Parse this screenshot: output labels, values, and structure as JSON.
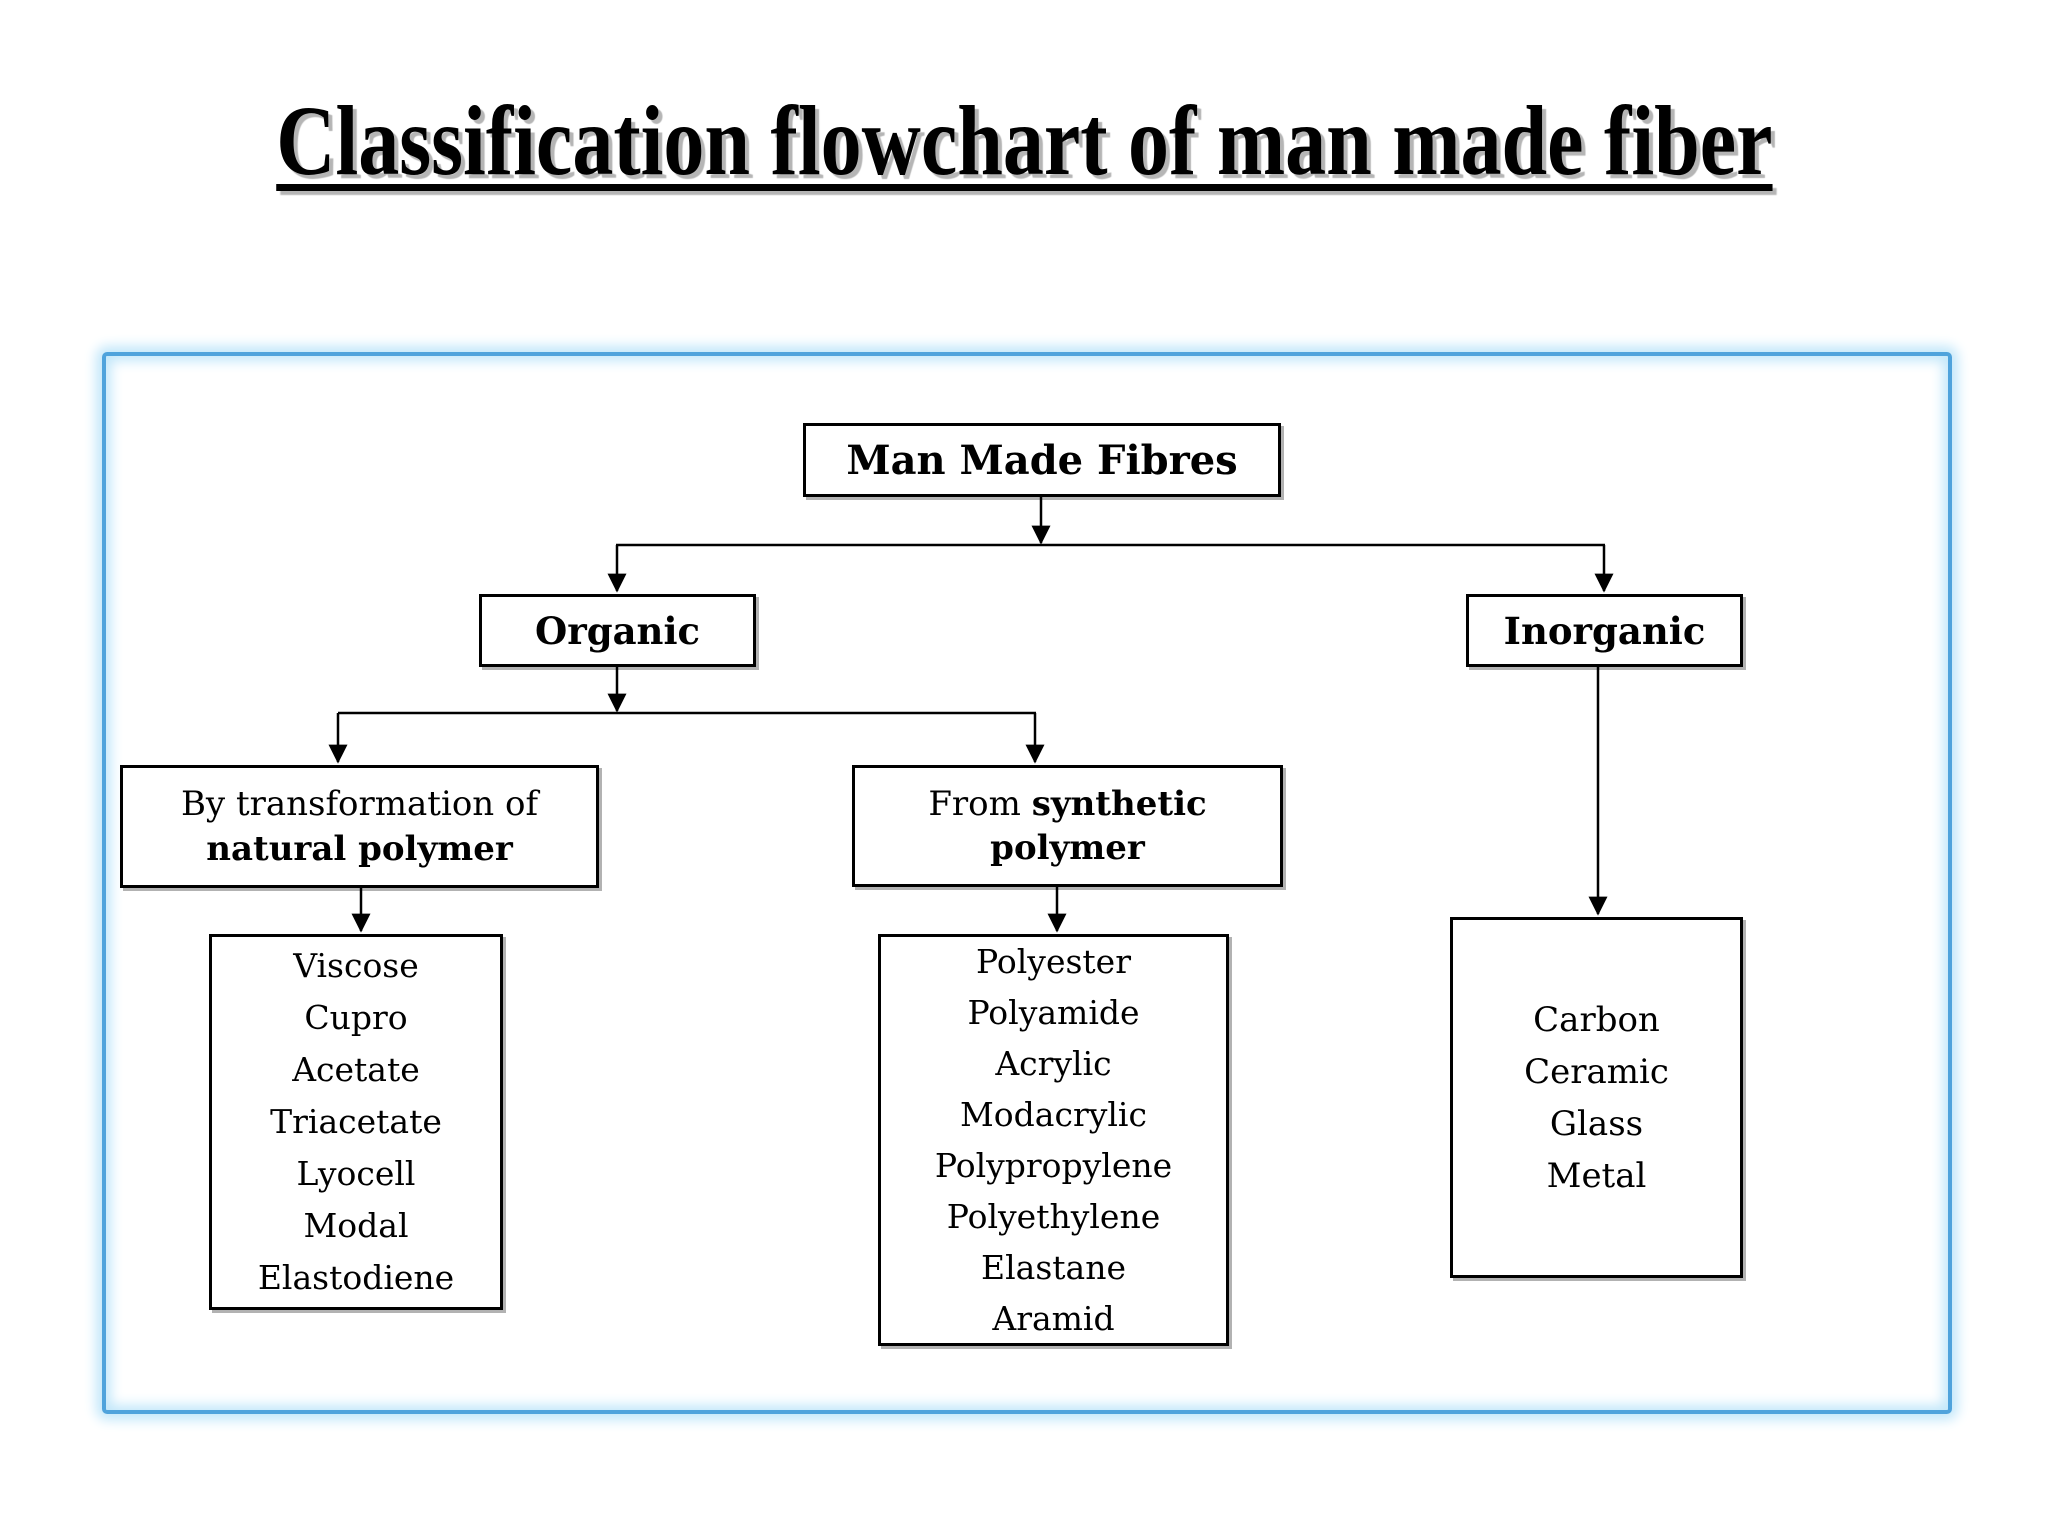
{
  "title": {
    "text": "Classification flowchart of man made fiber"
  },
  "nodes": {
    "root": "Man Made Fibres",
    "organic": "Organic",
    "inorganic": "Inorganic",
    "natural": {
      "line1": "By transformation of",
      "line2": "natural polymer"
    },
    "synthetic": {
      "line1_regular": "From",
      "line1_bold": "synthetic",
      "line2": "polymer"
    }
  },
  "lists": {
    "natural": [
      "Viscose",
      "Cupro",
      "Acetate",
      "Triacetate",
      "Lyocell",
      "Modal",
      "Elastodiene"
    ],
    "synthetic": [
      "Polyester",
      "Polyamide",
      "Acrylic",
      "Modacrylic",
      "Polypropylene",
      "Polyethylene",
      "Elastane",
      "Aramid"
    ],
    "inorganic": [
      "Carbon",
      "Ceramic",
      "Glass",
      "Metal"
    ]
  },
  "colors": {
    "background": "#ffffff",
    "frame_border": "#4fa3dc",
    "frame_glow": "#c2e7fa",
    "box_border": "#000000",
    "text": "#000000",
    "title_shadow": "#b5b5b5"
  }
}
